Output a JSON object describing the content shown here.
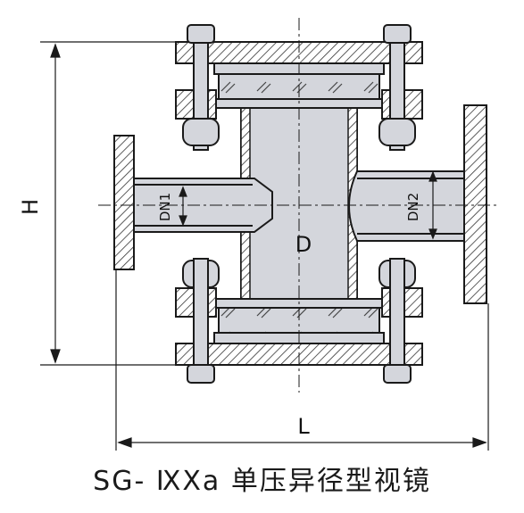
{
  "labels": {
    "h": "H",
    "l": "L",
    "d": "D",
    "dn1": "DN1",
    "dn2": "DN2"
  },
  "caption": "SG- ⅨXa 单压异径型视镜",
  "colors": {
    "body": "#d4d6dc",
    "stroke": "#1a1a1a",
    "hatch": "#333333",
    "background": "#ffffff"
  }
}
